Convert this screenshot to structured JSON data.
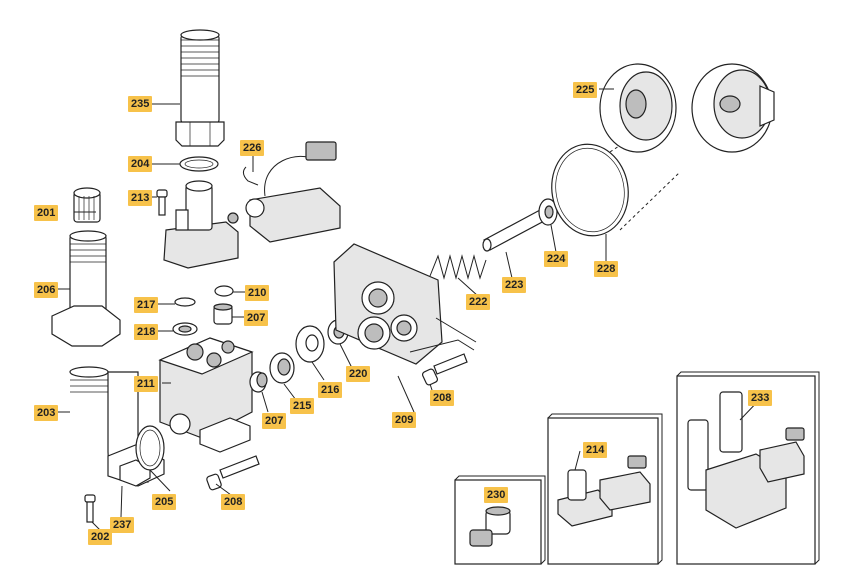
{
  "parts": {
    "p201": "201",
    "p202": "202",
    "p203": "203",
    "p204": "204",
    "p205": "205",
    "p206": "206",
    "p207a": "207",
    "p207b": "207",
    "p208a": "208",
    "p208b": "208",
    "p209": "209",
    "p210": "210",
    "p211": "211",
    "p213": "213",
    "p214": "214",
    "p215": "215",
    "p216": "216",
    "p217": "217",
    "p218": "218",
    "p220": "220",
    "p222": "222",
    "p223": "223",
    "p224": "224",
    "p225": "225",
    "p226": "226",
    "p228": "228",
    "p230": "230",
    "p233": "233",
    "p235": "235",
    "p237": "237"
  },
  "colors": {
    "label_bg": "#f7c24a",
    "line": "#222222"
  }
}
